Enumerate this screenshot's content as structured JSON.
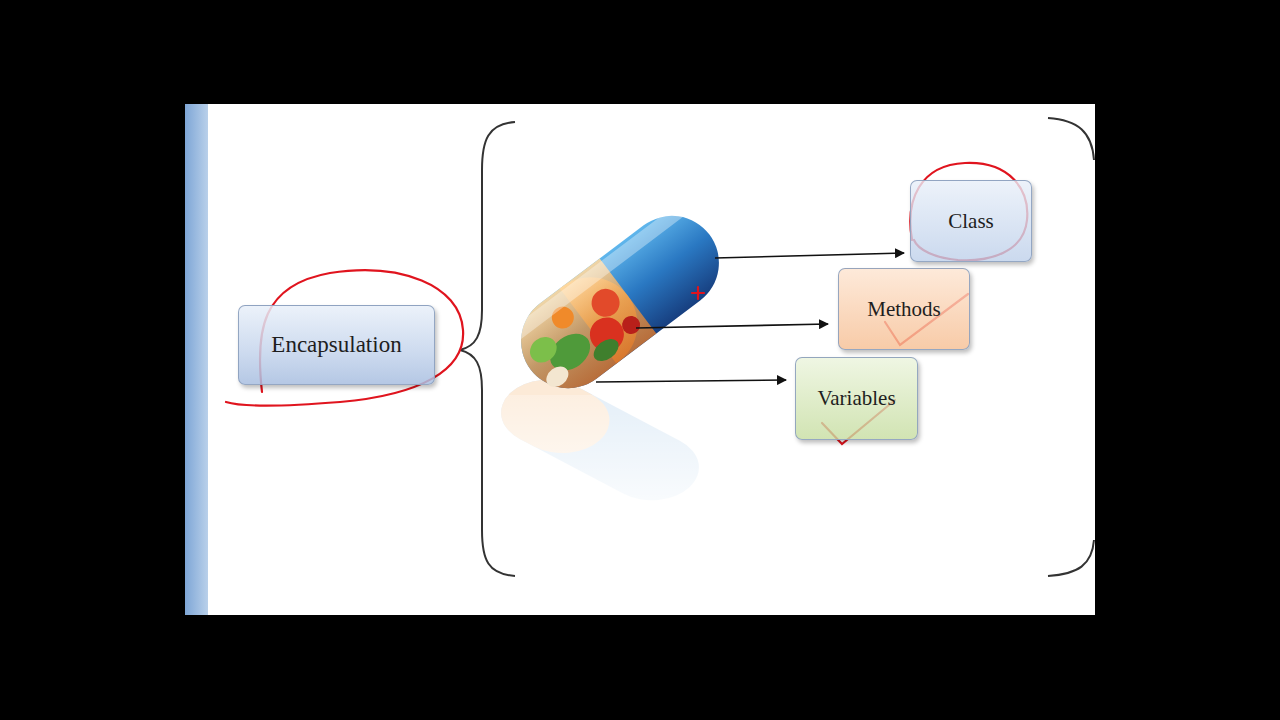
{
  "diagram": {
    "nodes": [
      {
        "text": [
          "Encapsulation"
        ]
      },
      {
        "text": [
          "Class"
        ]
      },
      {
        "text": [
          "Methods"
        ]
      },
      {
        "text": [
          "Variables"
        ]
      }
    ]
  }
}
